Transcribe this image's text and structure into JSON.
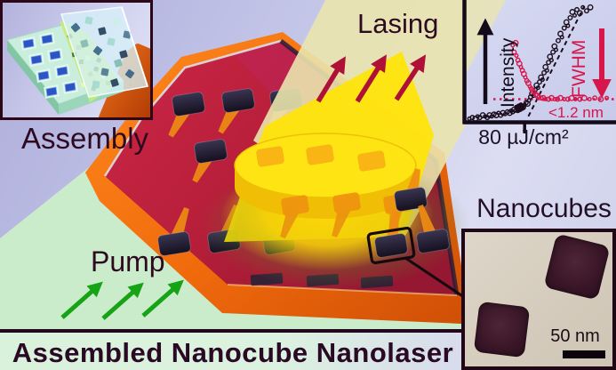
{
  "figure": {
    "title": "Assembled Nanocube Nanolaser",
    "labels": {
      "assembly": "Assembly",
      "pump": "Pump",
      "lasing": "Lasing",
      "nanocubes": "Nanocubes"
    }
  },
  "tem_inset": {
    "scale_bar_label": "50 nm"
  },
  "colors": {
    "lasing_arrow": "#ae1038",
    "pump_arrow": "#16a316",
    "beam_yellow": "#ffe405",
    "beam_pale": "#eae4ad",
    "pump_beam_green": "#cbeccb",
    "chip_red": "#b81f3a",
    "chip_orange": "#ef6d10",
    "intensity_series": "#1b0d1c",
    "fwhm_series": "#d5174c"
  },
  "chart_data": {
    "type": "scatter",
    "title": "",
    "ylabel_left": "Intensity",
    "ylabel_right": "FWHM",
    "linewidth_annotation": "<1.2 nm",
    "x_tick_label": "80 µJ/cm²",
    "x_tick_value": 80,
    "xlim": [
      0,
      200
    ],
    "ylim": [
      0,
      100
    ],
    "grid": false,
    "series": [
      {
        "name": "Intensity",
        "marker": "open-circle",
        "color": "#1b0d1c",
        "points": [
          [
            6,
            2
          ],
          [
            10,
            3
          ],
          [
            14,
            2
          ],
          [
            17,
            4
          ],
          [
            20,
            3
          ],
          [
            24,
            5
          ],
          [
            27,
            4
          ],
          [
            30,
            3
          ],
          [
            33,
            5
          ],
          [
            36,
            4
          ],
          [
            39,
            6
          ],
          [
            42,
            5
          ],
          [
            45,
            7
          ],
          [
            48,
            5
          ],
          [
            51,
            7
          ],
          [
            54,
            6
          ],
          [
            57,
            8
          ],
          [
            60,
            7
          ],
          [
            62,
            9
          ],
          [
            64,
            8
          ],
          [
            66,
            10
          ],
          [
            68,
            9
          ],
          [
            70,
            11
          ],
          [
            72,
            10
          ],
          [
            74,
            12
          ],
          [
            76,
            13
          ],
          [
            78,
            12
          ],
          [
            80,
            14
          ],
          [
            82,
            16
          ],
          [
            84,
            15
          ],
          [
            86,
            18
          ],
          [
            88,
            21
          ],
          [
            90,
            24
          ],
          [
            92,
            22
          ],
          [
            94,
            27
          ],
          [
            96,
            31
          ],
          [
            98,
            29
          ],
          [
            100,
            34
          ],
          [
            102,
            38
          ],
          [
            104,
            36
          ],
          [
            106,
            42
          ],
          [
            108,
            47
          ],
          [
            110,
            44
          ],
          [
            112,
            51
          ],
          [
            114,
            56
          ],
          [
            116,
            53
          ],
          [
            118,
            60
          ],
          [
            120,
            65
          ],
          [
            122,
            62
          ],
          [
            125,
            70
          ],
          [
            128,
            76
          ],
          [
            130,
            73
          ],
          [
            133,
            81
          ],
          [
            136,
            86
          ],
          [
            138,
            83
          ],
          [
            141,
            90
          ],
          [
            144,
            95
          ],
          [
            147,
            92
          ],
          [
            150,
            97
          ],
          [
            154,
            94
          ],
          [
            158,
            99
          ],
          [
            163,
            96
          ],
          [
            168,
            99
          ]
        ],
        "filled_points": [
          [
            69,
            12
          ],
          [
            72,
            13
          ],
          [
            75,
            14
          ],
          [
            71,
            9
          ],
          [
            74,
            10
          ],
          [
            77,
            11
          ]
        ]
      },
      {
        "name": "FWHM",
        "marker": "open-circle",
        "color": "#d5174c",
        "points": [
          [
            64,
            66
          ],
          [
            66,
            60
          ],
          [
            68,
            68
          ],
          [
            69,
            57
          ],
          [
            71,
            53
          ],
          [
            73,
            50
          ],
          [
            75,
            47
          ],
          [
            77,
            44
          ],
          [
            79,
            41
          ],
          [
            81,
            38
          ],
          [
            83,
            35
          ],
          [
            85,
            33
          ],
          [
            87,
            30
          ],
          [
            89,
            28
          ],
          [
            91,
            26
          ],
          [
            93,
            25
          ],
          [
            95,
            23
          ],
          [
            97,
            22
          ],
          [
            99,
            21
          ],
          [
            102,
            20
          ],
          [
            105,
            20
          ],
          [
            108,
            19
          ],
          [
            112,
            19
          ],
          [
            116,
            20
          ],
          [
            120,
            19
          ],
          [
            124,
            19
          ],
          [
            128,
            20
          ],
          [
            133,
            19
          ],
          [
            138,
            19
          ],
          [
            143,
            20
          ],
          [
            148,
            19
          ],
          [
            154,
            19
          ],
          [
            160,
            20
          ],
          [
            167,
            19
          ],
          [
            174,
            20
          ],
          [
            182,
            19
          ],
          [
            190,
            20
          ]
        ],
        "filled_points": []
      }
    ],
    "threshold_fit_line": {
      "style": "dashed",
      "color": "#1b0d1c",
      "points": [
        [
          85,
          4
        ],
        [
          160,
          100
        ]
      ]
    },
    "fwhm_floor_line": {
      "style": "dotted",
      "color": "#d5174c",
      "y": 19
    }
  }
}
